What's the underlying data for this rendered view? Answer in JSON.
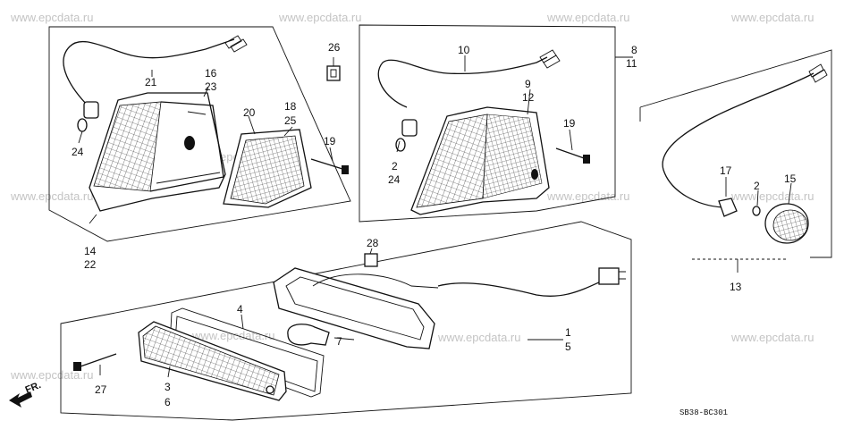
{
  "watermark": "www.epcdata.ru",
  "part_labels": {
    "p1": "1",
    "p2a": "2",
    "p2b": "2",
    "p3": "3",
    "p4": "4",
    "p5": "5",
    "p6": "6",
    "p7": "7",
    "p8": "8",
    "p9": "9",
    "p10": "10",
    "p11": "11",
    "p12": "12",
    "p13": "13",
    "p14": "14",
    "p15": "15",
    "p16": "16",
    "p17": "17",
    "p18": "18",
    "p19a": "19",
    "p19b": "19",
    "p20": "20",
    "p21": "21",
    "p22": "22",
    "p23": "23",
    "p24a": "24",
    "p24b": "24",
    "p25": "25",
    "p26": "26",
    "p27": "27",
    "p28": "28"
  },
  "direction_label": "FR.",
  "diagram_code": "SB38-BC301"
}
